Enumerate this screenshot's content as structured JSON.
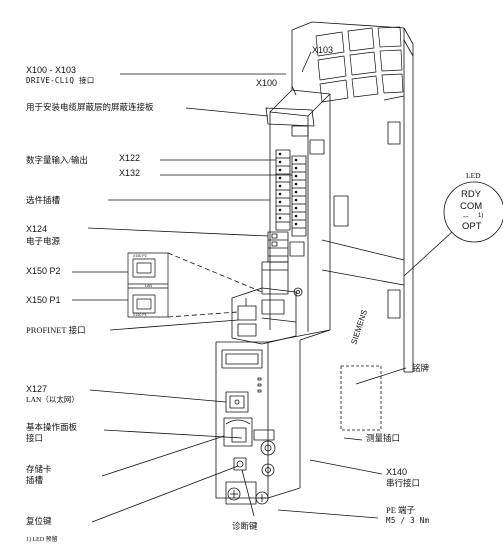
{
  "callouts": {
    "x103": "X103",
    "x100": "X100",
    "x100_x103": "X100 - X103",
    "drive_cliq": "DRIVE-CLiQ 接口",
    "shield_plate": "用于安装电缆屏蔽层的屏蔽连接板",
    "digital_io": "数字量输入/输出",
    "x122": "X122",
    "x132": "X132",
    "option_slot": "选件插槽",
    "x124": "X124",
    "electronics_power": "电子电源",
    "x150p2": "X150 P2",
    "x150p1": "X150 P1",
    "profinet": "PROFINET 接口",
    "nameplate": "铭牌",
    "x127": "X127",
    "lan": "LAN（以太网）",
    "bop": "基本操作面板",
    "bop_interface": "接口",
    "meas_socket": "测量插口",
    "memory_card": "存储卡",
    "memory_slot": "插槽",
    "x140": "X140",
    "serial": "串行接口",
    "pe_terminal": "PE 端子",
    "pe_spec": "M5 / 3 Nm",
    "diag_button": "诊断键",
    "reset": "复位键",
    "footnote": "1) LED 预留"
  },
  "led_panel": {
    "title": "LED",
    "rdy": "RDY",
    "com": "COM",
    "dash": "--",
    "sup": "1)",
    "opt": "OPT"
  },
  "device_markings": {
    "brand": "SIEMENS",
    "port_top": "X150 P2",
    "port_lan": "LAN",
    "port_bottom": "X150 P1"
  }
}
